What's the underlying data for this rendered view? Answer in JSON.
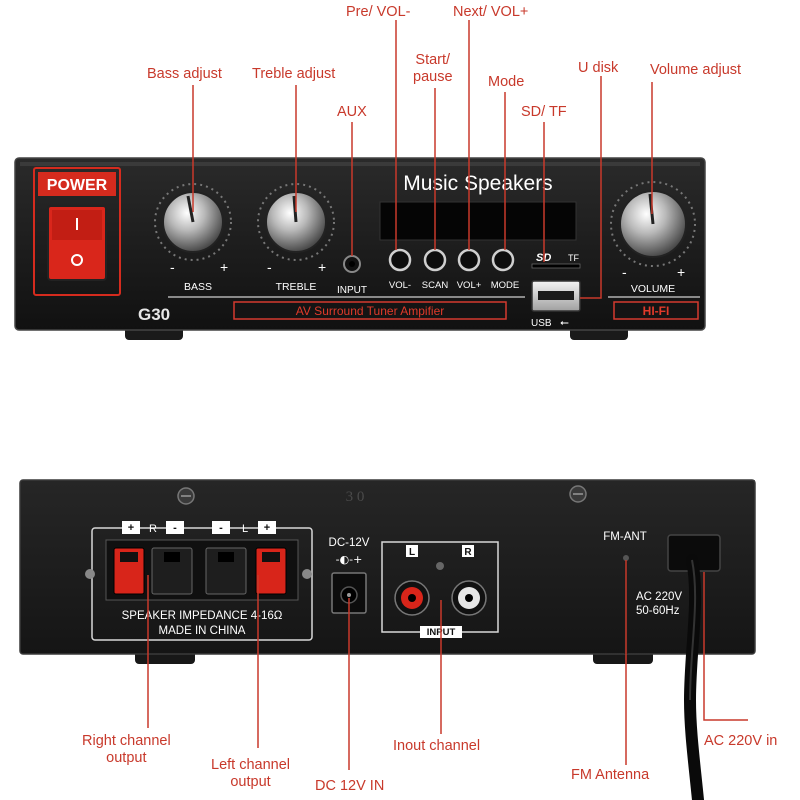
{
  "colors": {
    "callout": "#c8392b",
    "chassis": "#1c1c1c",
    "accent_red": "#d52b1e",
    "power_red": "#e03a2a",
    "strip_red": "#d43a2f"
  },
  "front_panel": {
    "power_label": "POWER",
    "bass_label": "BASS",
    "treble_label": "TREBLE",
    "volume_label": "VOLUME",
    "input_label": "INPUT",
    "minus": "-",
    "plus": "+",
    "model": "G30",
    "display_title": "Music Speakers",
    "button_labels": [
      "VOL-",
      "SCAN",
      "VOL+",
      "MODE"
    ],
    "sd_label": "SD",
    "tf_label": "TF",
    "usb_label": "USB",
    "tagline": "AV Surround Tuner Ampifier",
    "hifi": "HI-FI"
  },
  "rear_panel": {
    "embossed": "3 0",
    "dc_label": "DC-12V",
    "speaker_impedance": "SPEAKER IMPEDANCE 4-16Ω",
    "made_in": "MADE IN CHINA",
    "terminal_marks": [
      "+",
      "R",
      "-",
      "-",
      "L",
      "+"
    ],
    "rca_left": "L",
    "rca_right": "R",
    "input_label": "INPUT",
    "fm_ant": "FM-ANT",
    "ac_line1": "AC 220V",
    "ac_line2": "50-60Hz"
  },
  "callouts": {
    "bass": "Bass adjust",
    "treble": "Treble adjust",
    "aux": "AUX",
    "pre_vol": "Pre/ VOL-",
    "next_vol": "Next/ VOL+",
    "start_pause": "Start/\npause",
    "mode": "Mode",
    "sd_tf": "SD/ TF",
    "u_disk": "U disk",
    "volume": "Volume adjust",
    "right_channel": "Right channel\noutput",
    "left_channel": "Left channel\noutput",
    "dc_in": "DC 12V IN",
    "input_channel": "Inout channel",
    "fm_antenna": "FM Antenna",
    "ac_in": "AC 220V in"
  }
}
